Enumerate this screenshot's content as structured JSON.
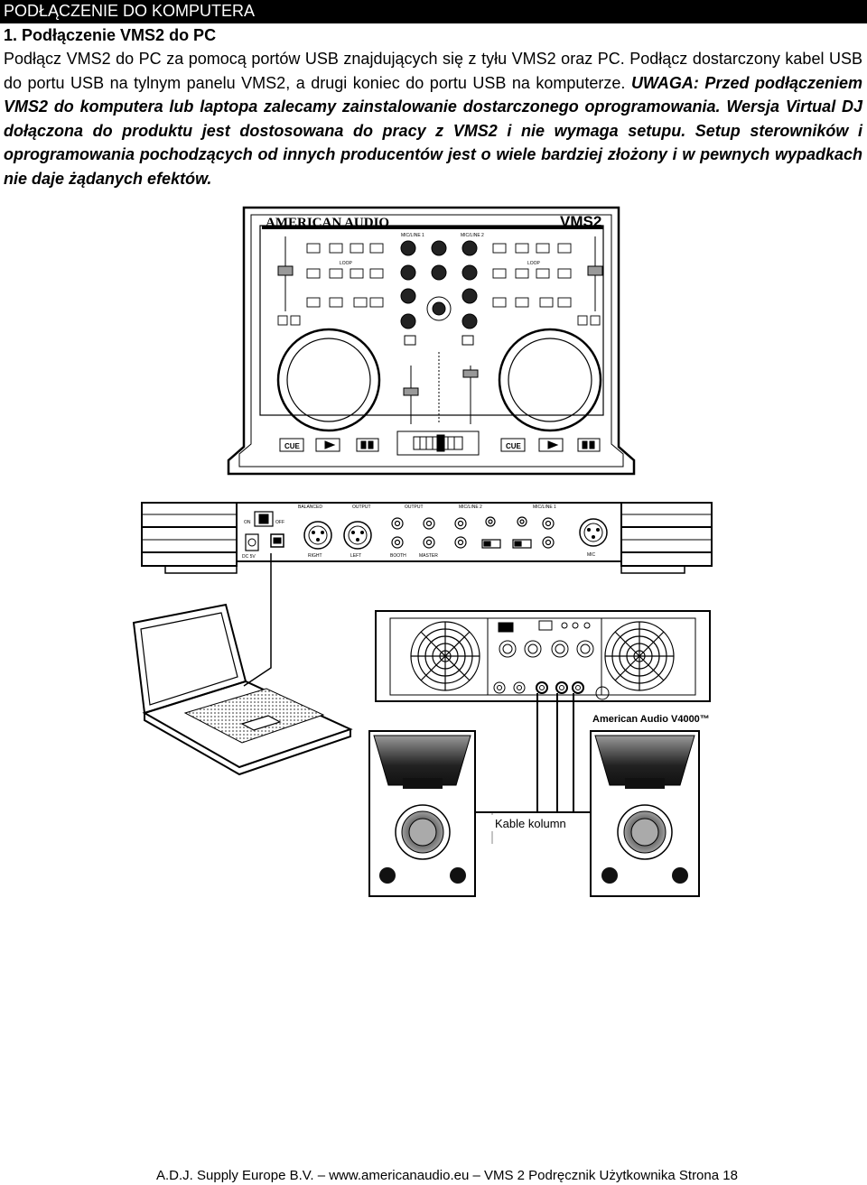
{
  "header": {
    "title": "PODŁĄCZENIE DO KOMPUTERA"
  },
  "section": {
    "title": "1. Podłączenie VMS2 do PC"
  },
  "body": {
    "text_plain": "Podłącz VMS2 do PC za pomocą portów USB znajdujących się z tyłu VMS2 oraz PC. Podłącz dostarczony kabel USB do portu USB na tylnym panelu VMS2, a drugi koniec do portu USB na komputerze. ",
    "text_emphasis": "UWAGA: Przed podłączeniem VMS2 do komputera lub laptopa zalecamy zainstalowanie dostarczonego oprogramowania. Wersja Virtual DJ dołączona do produktu jest dostosowana do pracy z VMS2 i nie wymaga setupu. Setup sterowników i oprogramowania pochodzących od innych producentów jest o wiele bardziej złożony i w pewnych wypadkach nie daje żądanych efektów."
  },
  "controller": {
    "brand": "AMERICAN AUDIO",
    "model": "VMS2",
    "mic1_label": "MIC/LINE 1",
    "mic2_label": "MIC/LINE 2",
    "loop_label": "LOOP",
    "cue_label": "CUE"
  },
  "rear_panel": {
    "balanced_label": "BALANCED",
    "output_label": "OUTPUT",
    "output2_label": "OUTPUT",
    "mic2_label": "MIC/LINE 2",
    "mic1_label": "MIC/LINE 1",
    "right_label": "RIGHT",
    "left_label": "LEFT",
    "booth_label": "BOOTH",
    "master_label": "MASTER",
    "dc_label": "DC 5V",
    "mic_label": "MIC",
    "on_label": "ON",
    "off_label": "OFF"
  },
  "amplifier": {
    "model_label": "American Audio V4000™"
  },
  "speakers": {
    "cable_label": "Kable kolumn"
  },
  "footer": {
    "text": "A.D.J. Supply Europe B.V. – www.americanaudio.eu – VMS 2 Podręcznik Użytkownika Strona 18"
  },
  "colors": {
    "header_bg": "#000000",
    "header_text": "#ffffff",
    "line": "#000000",
    "fill_gray": "#cccccc"
  }
}
